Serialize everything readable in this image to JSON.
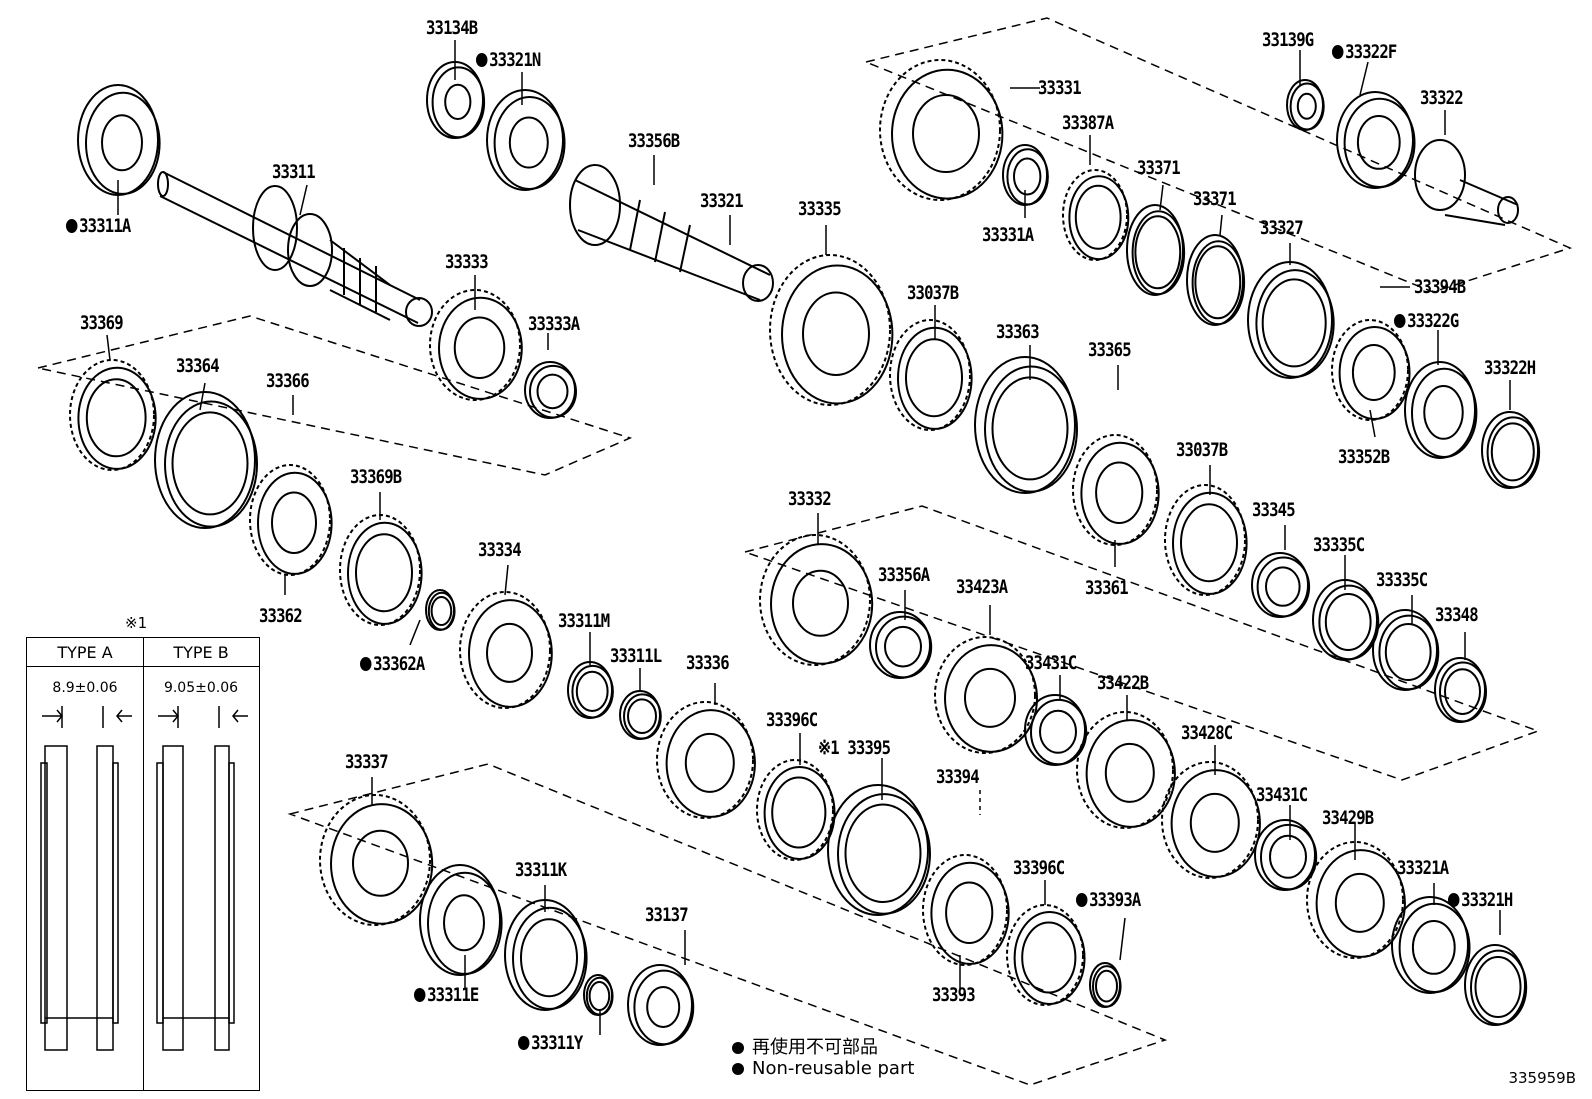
{
  "labels": [
    {
      "id": "p33134B",
      "text": "33134B",
      "dot": false
    },
    {
      "id": "p33321N",
      "text": "33321N",
      "dot": true
    },
    {
      "id": "p33311",
      "text": "33311",
      "dot": false
    },
    {
      "id": "p33311A",
      "text": "33311A",
      "dot": true
    },
    {
      "id": "p33356B",
      "text": "33356B",
      "dot": false
    },
    {
      "id": "p33321",
      "text": "33321",
      "dot": false
    },
    {
      "id": "p33333",
      "text": "33333",
      "dot": false
    },
    {
      "id": "p33333A",
      "text": "33333A",
      "dot": false
    },
    {
      "id": "p33335",
      "text": "33335",
      "dot": false
    },
    {
      "id": "p33331",
      "text": "33331",
      "dot": false
    },
    {
      "id": "p33387A",
      "text": "33387A",
      "dot": false
    },
    {
      "id": "p33331A",
      "text": "33331A",
      "dot": false
    },
    {
      "id": "p33371a",
      "text": "33371",
      "dot": false
    },
    {
      "id": "p33371b",
      "text": "33371",
      "dot": false
    },
    {
      "id": "p33327",
      "text": "33327",
      "dot": false
    },
    {
      "id": "p33139G",
      "text": "33139G",
      "dot": false
    },
    {
      "id": "p33322F",
      "text": "33322F",
      "dot": true
    },
    {
      "id": "p33322",
      "text": "33322",
      "dot": false
    },
    {
      "id": "p33394B",
      "text": "33394B",
      "dot": false
    },
    {
      "id": "p33322G",
      "text": "33322G",
      "dot": true
    },
    {
      "id": "p33322H",
      "text": "33322H",
      "dot": false
    },
    {
      "id": "p33352B",
      "text": "33352B",
      "dot": false
    },
    {
      "id": "p33369",
      "text": "33369",
      "dot": false
    },
    {
      "id": "p33364",
      "text": "33364",
      "dot": false
    },
    {
      "id": "p33366",
      "text": "33366",
      "dot": false
    },
    {
      "id": "p33369B",
      "text": "33369B",
      "dot": false
    },
    {
      "id": "p33362",
      "text": "33362",
      "dot": false
    },
    {
      "id": "p33362A",
      "text": "33362A",
      "dot": true
    },
    {
      "id": "p33334",
      "text": "33334",
      "dot": false
    },
    {
      "id": "p33311M",
      "text": "33311M",
      "dot": false
    },
    {
      "id": "p33311L",
      "text": "33311L",
      "dot": false
    },
    {
      "id": "p33336",
      "text": "33336",
      "dot": false
    },
    {
      "id": "p33037Ba",
      "text": "33037B",
      "dot": false
    },
    {
      "id": "p33363",
      "text": "33363",
      "dot": false
    },
    {
      "id": "p33365",
      "text": "33365",
      "dot": false
    },
    {
      "id": "p33037Bb",
      "text": "33037B",
      "dot": false
    },
    {
      "id": "p33361",
      "text": "33361",
      "dot": false
    },
    {
      "id": "p33345",
      "text": "33345",
      "dot": false
    },
    {
      "id": "p33335Ca",
      "text": "33335C",
      "dot": false
    },
    {
      "id": "p33335Cb",
      "text": "33335C",
      "dot": false
    },
    {
      "id": "p33348",
      "text": "33348",
      "dot": false
    },
    {
      "id": "p33332",
      "text": "33332",
      "dot": false
    },
    {
      "id": "p33356A",
      "text": "33356A",
      "dot": false
    },
    {
      "id": "p33423A",
      "text": "33423A",
      "dot": false
    },
    {
      "id": "p33431Ca",
      "text": "33431C",
      "dot": false
    },
    {
      "id": "p33422B",
      "text": "33422B",
      "dot": false
    },
    {
      "id": "p33428C",
      "text": "33428C",
      "dot": false
    },
    {
      "id": "p33431Cb",
      "text": "33431C",
      "dot": false
    },
    {
      "id": "p33429B",
      "text": "33429B",
      "dot": false
    },
    {
      "id": "p33321A",
      "text": "33321A",
      "dot": false
    },
    {
      "id": "p33321H",
      "text": "33321H",
      "dot": true
    },
    {
      "id": "p33396Ca",
      "text": "33396C",
      "dot": false
    },
    {
      "id": "p33395",
      "text": "※1 33395",
      "dot": false
    },
    {
      "id": "p33394",
      "text": "33394",
      "dot": false
    },
    {
      "id": "p33396Cb",
      "text": "33396C",
      "dot": false
    },
    {
      "id": "p33393A",
      "text": "33393A",
      "dot": true
    },
    {
      "id": "p33393",
      "text": "33393",
      "dot": false
    },
    {
      "id": "p33337",
      "text": "33337",
      "dot": false
    },
    {
      "id": "p33311K",
      "text": "33311K",
      "dot": false
    },
    {
      "id": "p33137",
      "text": "33137",
      "dot": false
    },
    {
      "id": "p33311E",
      "text": "33311E",
      "dot": true
    },
    {
      "id": "p33311Y",
      "text": "33311Y",
      "dot": true
    }
  ],
  "inset": {
    "note": "※1",
    "type_a": {
      "title": "TYPE A",
      "dimension": "8.9±0.06"
    },
    "type_b": {
      "title": "TYPE B",
      "dimension": "9.05±0.06"
    }
  },
  "legend": {
    "jp": "再使用不可部品",
    "en": "Non-reusable part"
  },
  "diagram_code": "335959B"
}
